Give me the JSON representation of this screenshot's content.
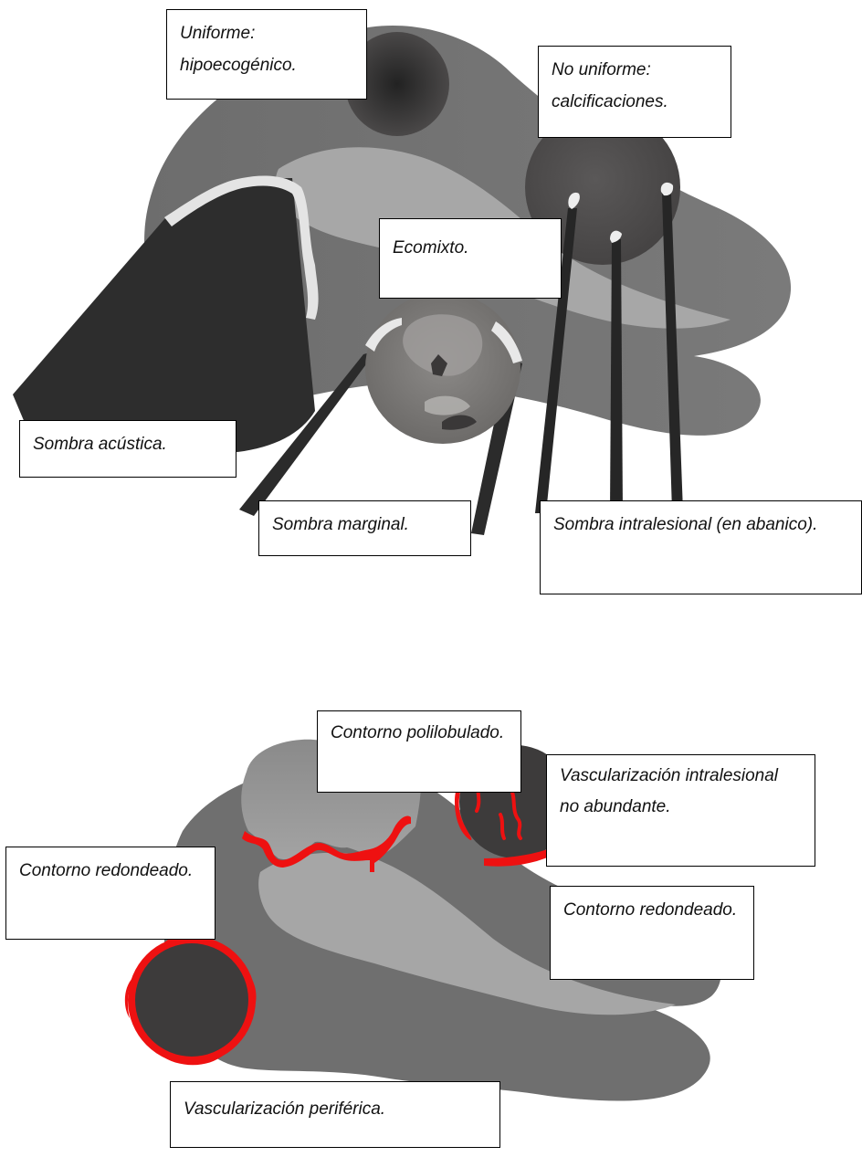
{
  "top_figure": {
    "labels": {
      "uniforme": "Uniforme: hipoecogénico.",
      "no_uniforme": "No uniforme: calcificaciones.",
      "ecomixto": "Ecomixto.",
      "sombra_acustica": "Sombra acústica.",
      "sombra_marginal": "Sombra marginal.",
      "sombra_intralesional": "Sombra intralesional (en abanico)."
    }
  },
  "bottom_figure": {
    "labels": {
      "contorno_polilobulado": "Contorno polilobulado.",
      "vascularizacion_intralesional": "Vascularización intralesional no abundante.",
      "contorno_redondeado_left": "Contorno redondeado.",
      "contorno_redondeado_right": "Contorno redondeado.",
      "vascularizacion_periferica": "Vascularización periférica."
    }
  },
  "colors": {
    "organ": "#6f6f6f",
    "organ_light": "#a9a9a9",
    "lesion_dark": "#3d3b3b",
    "shadow": "#2e2e2e",
    "calcification": "#e6e6e6",
    "vessel": "#ee1111"
  }
}
